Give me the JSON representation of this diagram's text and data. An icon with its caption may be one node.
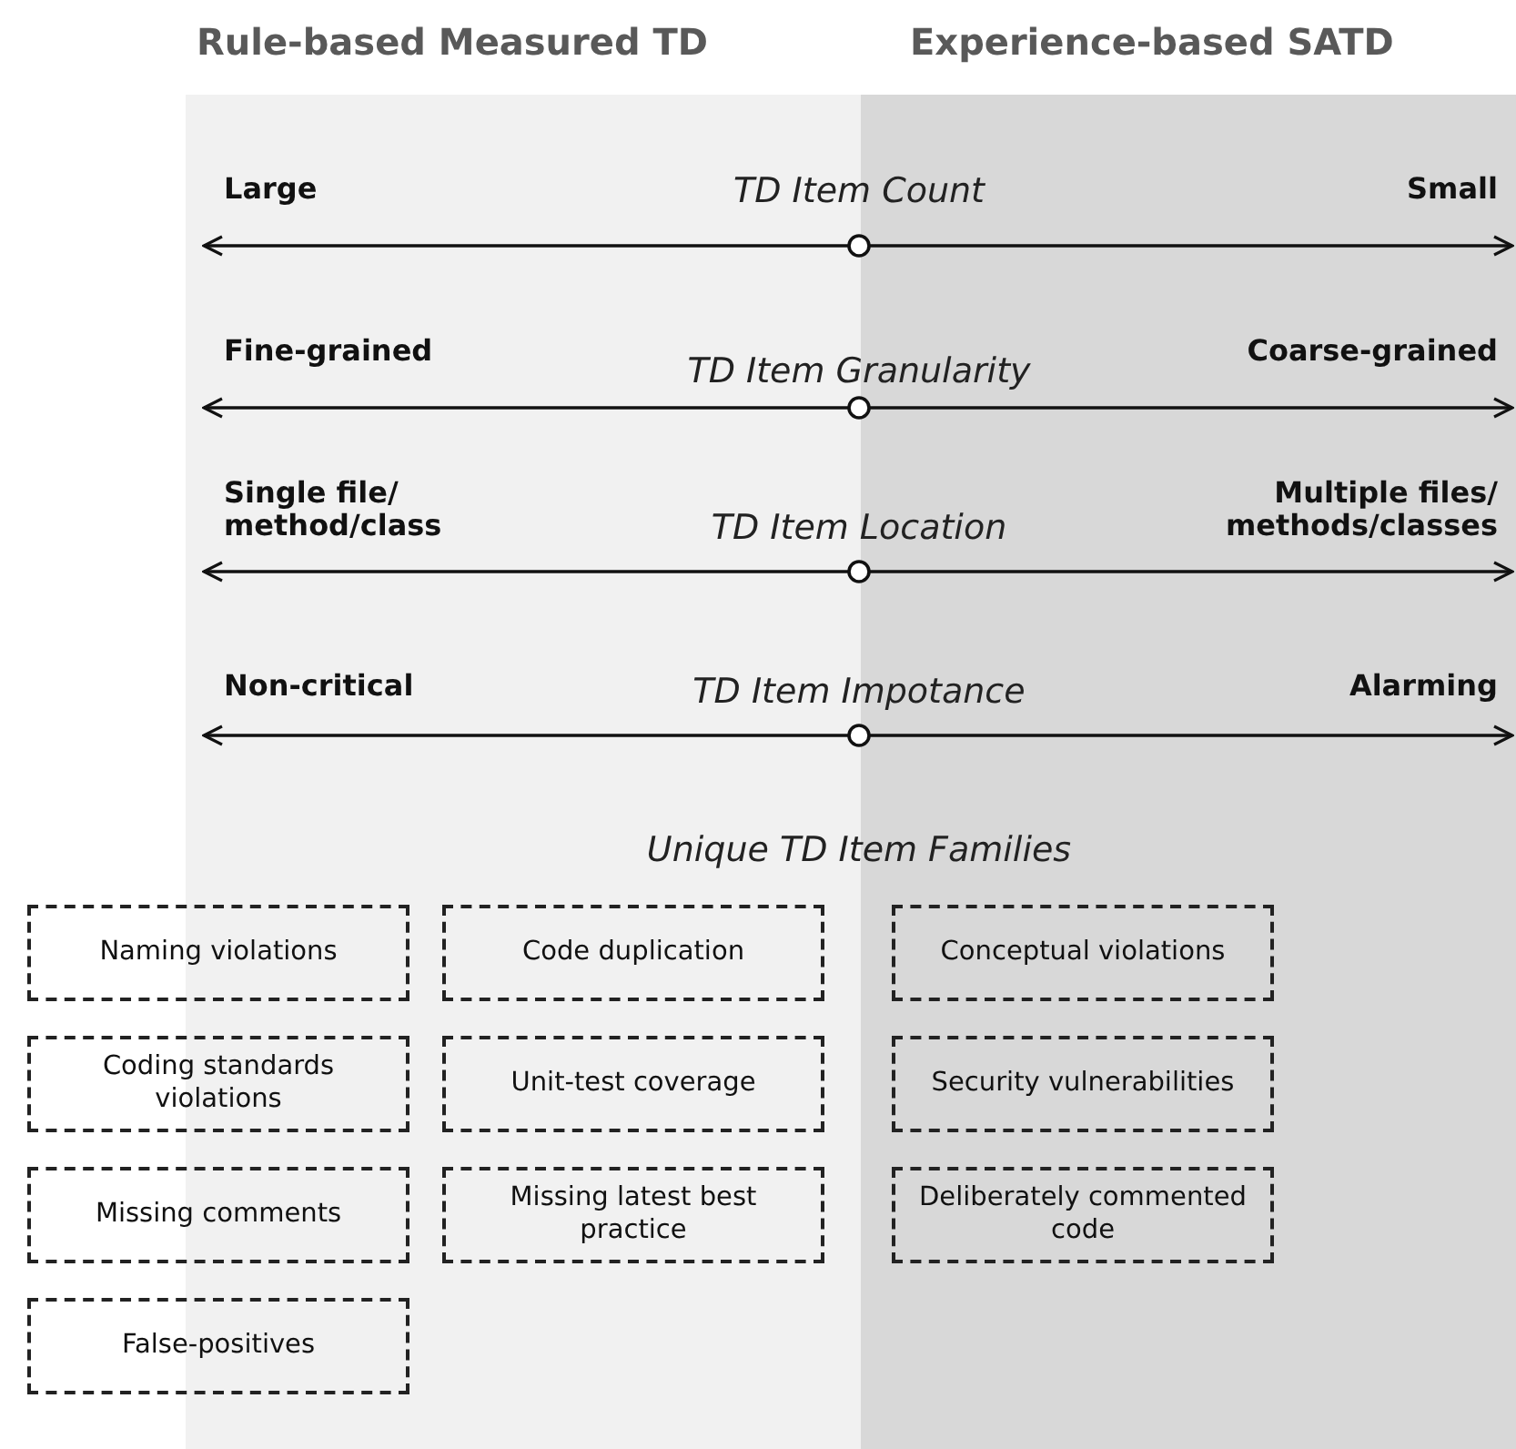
{
  "diagram": {
    "nodes": [
      {
        "text": [
          "Naming violations"
        ]
      },
      {
        "text": [
          "Code duplication"
        ]
      },
      {
        "text": [
          "Conceptual violations"
        ]
      },
      {
        "text": [
          "Coding standards violations"
        ]
      },
      {
        "text": [
          "Unit-test coverage"
        ]
      },
      {
        "text": [
          "Security vulnerabilities"
        ]
      },
      {
        "text": [
          "Missing comments"
        ]
      },
      {
        "text": [
          "Missing latest best practice"
        ]
      },
      {
        "text": [
          "Deliberately commented code"
        ]
      },
      {
        "text": [
          "False-positives"
        ]
      }
    ],
    "edges": [],
    "labels": [
      "Rule-based Measured TD",
      "Experience-based SATD",
      "Large",
      "TD Item Count",
      "Small",
      "Fine-grained",
      "TD Item Granularity",
      "Coarse-grained",
      "Single file/ method/class",
      "TD Item Location",
      "Multiple files/ methods/classes",
      "Non-critical",
      "TD Item Impotance",
      "Alarming",
      "Unique TD Item Families"
    ]
  }
}
